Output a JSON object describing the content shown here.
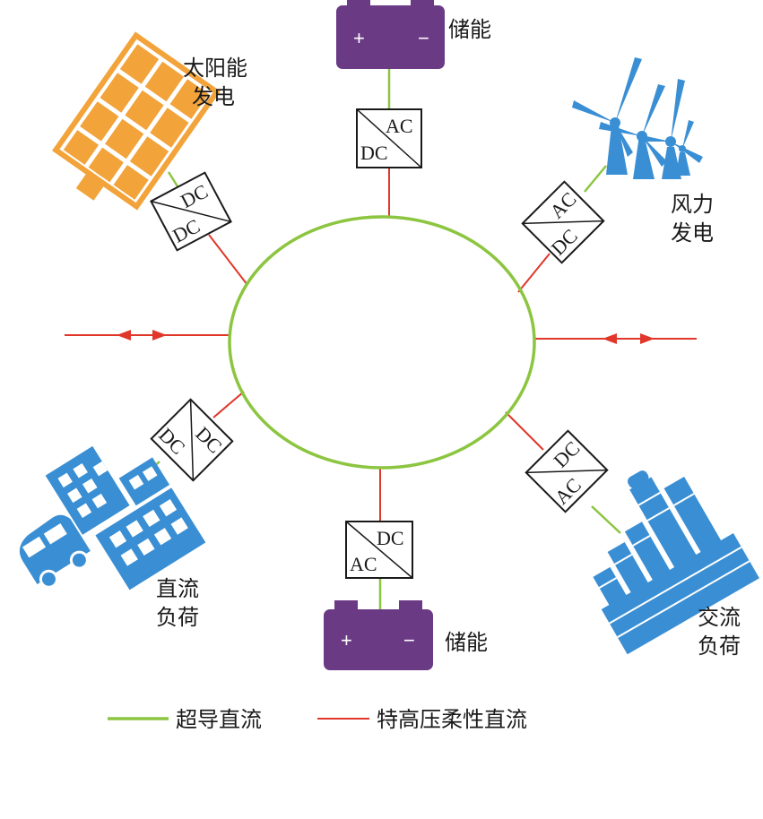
{
  "colors": {
    "superconducting": "#8cc540",
    "uhv_flexible": "#e0372a",
    "storage": "#6b3a84",
    "solar": "#f2a33a",
    "load_blue": "#3a8fd4"
  },
  "nodes": {
    "storage_top": {
      "label": "储能",
      "plus": "+",
      "minus": "−",
      "conv_top": "AC",
      "conv_bottom": "DC"
    },
    "solar": {
      "label_line1": "太阳能",
      "label_line2": "发电",
      "conv_top": "DC",
      "conv_bottom": "DC"
    },
    "wind": {
      "label_line1": "风力",
      "label_line2": "发电",
      "conv_top": "AC",
      "conv_bottom": "DC"
    },
    "dc_load": {
      "label_line1": "直流",
      "label_line2": "负荷",
      "conv_top": "DC",
      "conv_bottom": "DC"
    },
    "ac_load": {
      "label_line1": "交流",
      "label_line2": "负荷",
      "conv_top": "DC",
      "conv_bottom": "AC"
    },
    "storage_bottom": {
      "label": "储能",
      "plus": "+",
      "minus": "−",
      "conv_top": "DC",
      "conv_bottom": "AC"
    }
  },
  "legend": {
    "superconducting": "超导直流",
    "uhv_flexible": "特高压柔性直流"
  }
}
